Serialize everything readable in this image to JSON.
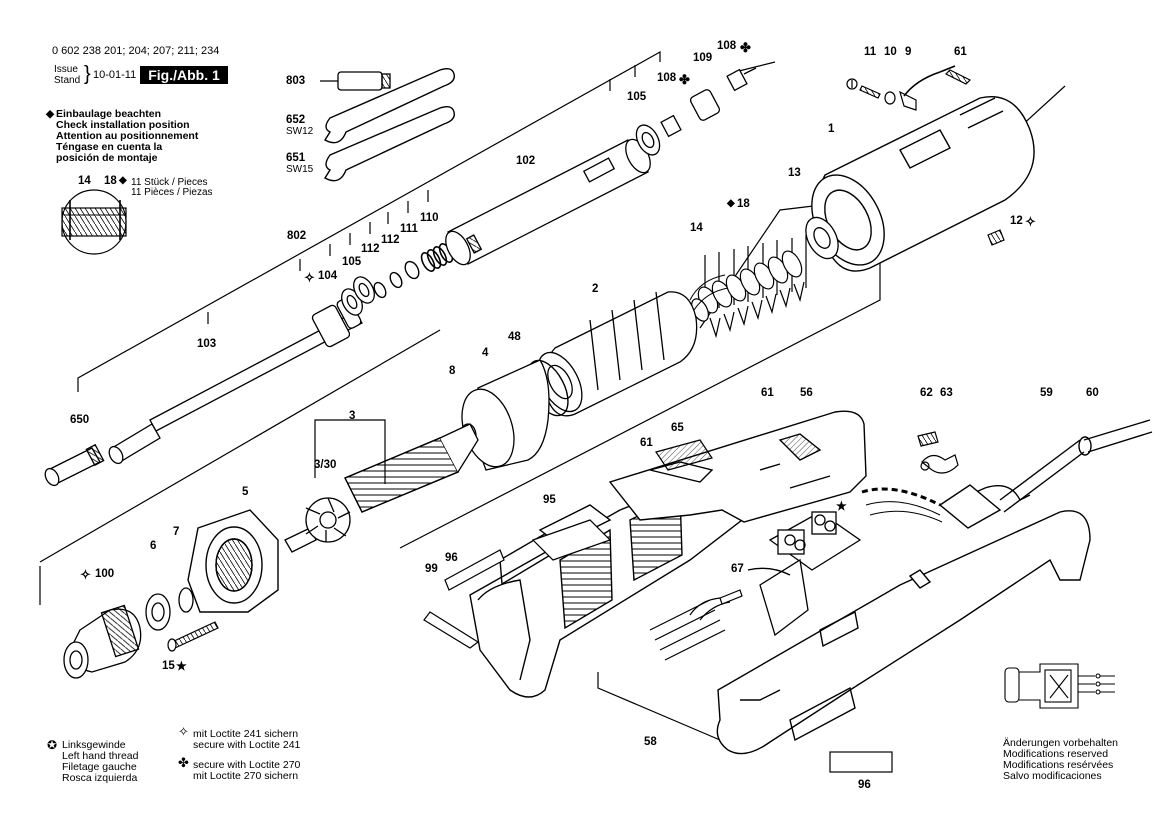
{
  "header": {
    "codes": "0 602 238 201; 204; 207; 211; 234",
    "issue_label": "Issue",
    "stand_label": "Stand",
    "date": "10-01-11",
    "figure": "Fig./Abb. 1"
  },
  "installation_note": {
    "marker": "◆",
    "lines": [
      "Einbaulage beachten",
      "Check installation position",
      "Attention au positionnement",
      "Téngase en cuenta la",
      "posición de montaje"
    ]
  },
  "inset": {
    "label_a": "14",
    "label_b": "18",
    "marker": "◆",
    "qty": [
      "11 Stück / Pieces",
      "11 Pièces / Piezas"
    ]
  },
  "wrench_sizes": {
    "w652": "SW12",
    "w651": "SW15"
  },
  "parts": {
    "p803": "803",
    "p652": "652",
    "p651": "651",
    "p802": "802",
    "p104": "104",
    "p105a": "105",
    "p112a": "112",
    "p112b": "112",
    "p111": "111",
    "p110": "110",
    "p102": "102",
    "p105b": "105",
    "p108a": "108",
    "p109": "109",
    "p108b": "108",
    "p11": "11",
    "p10": "10",
    "p9": "9",
    "p61a": "61",
    "p1": "1",
    "p13": "13",
    "p12": "12",
    "p18": "18",
    "p14": "14",
    "p2": "2",
    "p48": "48",
    "p4": "4",
    "p8": "8",
    "p103": "103",
    "p650": "650",
    "p3": "3",
    "p3_30": "3/30",
    "p5": "5",
    "p6": "6",
    "p7": "7",
    "p100": "100",
    "p15": "15",
    "p61b": "61",
    "p56": "56",
    "p62": "62",
    "p63": "63",
    "p59": "59",
    "p60": "60",
    "p61c": "61",
    "p65": "65",
    "p95": "95",
    "p96a": "96",
    "p99": "99",
    "p67": "67",
    "p58": "58",
    "p96b": "96"
  },
  "symbols": {
    "loctite241": "✧",
    "loctite270": "✤",
    "lefthand": "✪",
    "star": "★"
  },
  "legend": {
    "left_hand": [
      "Linksgewinde",
      "Left hand thread",
      "Filetage gauche",
      "Rosca izquierda"
    ],
    "loctite241": [
      "mit Loctite 241 sichern",
      "secure with Loctite 241"
    ],
    "loctite270": [
      "secure with Loctite 270",
      "mit Loctite 270 sichern"
    ]
  },
  "modifications": [
    "Änderungen vorbehalten",
    "Modifications reserved",
    "Modifications resérvées",
    "Salvo modificaciones"
  ],
  "colors": {
    "ink": "#000000",
    "paper": "#ffffff",
    "shade": "#bbbbbb"
  }
}
